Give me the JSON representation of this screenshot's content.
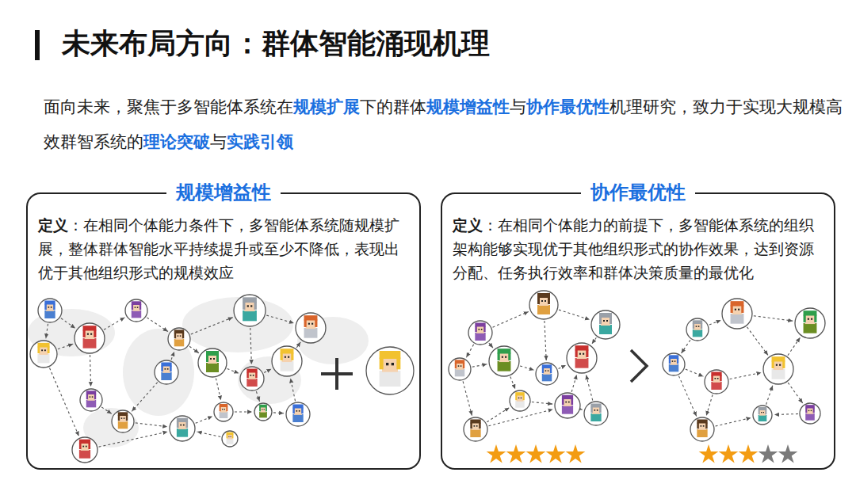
{
  "diagram": {
    "title": "未来布局方向：群体智能涌现机理",
    "nodes": [
      {
        "text": [
          "规模增益性",
          "定义",
          "：在相同个体能力条件下，多智能体系统随规模扩展，整体群体智能水平持续提升或至少不降低，表现出优于其他组织形式的规模效应"
        ]
      },
      {
        "text": [
          "协作最优性",
          "定义",
          "：在相同个体能力的前提下，多智能体系统的组织架构能够实现优于其他组织形式的协作效果，达到资源分配、任务执行效率和群体决策质量的最优化"
        ]
      }
    ],
    "labels": [
      "面向未来，聚焦于多智能体系统在",
      "规模扩展",
      "下的群体",
      "规模增益性",
      "与",
      "协作最优性",
      "机理研究，致力于实现大规模高效群智系统的",
      "理论突破",
      "与",
      "实践引领"
    ]
  }
}
